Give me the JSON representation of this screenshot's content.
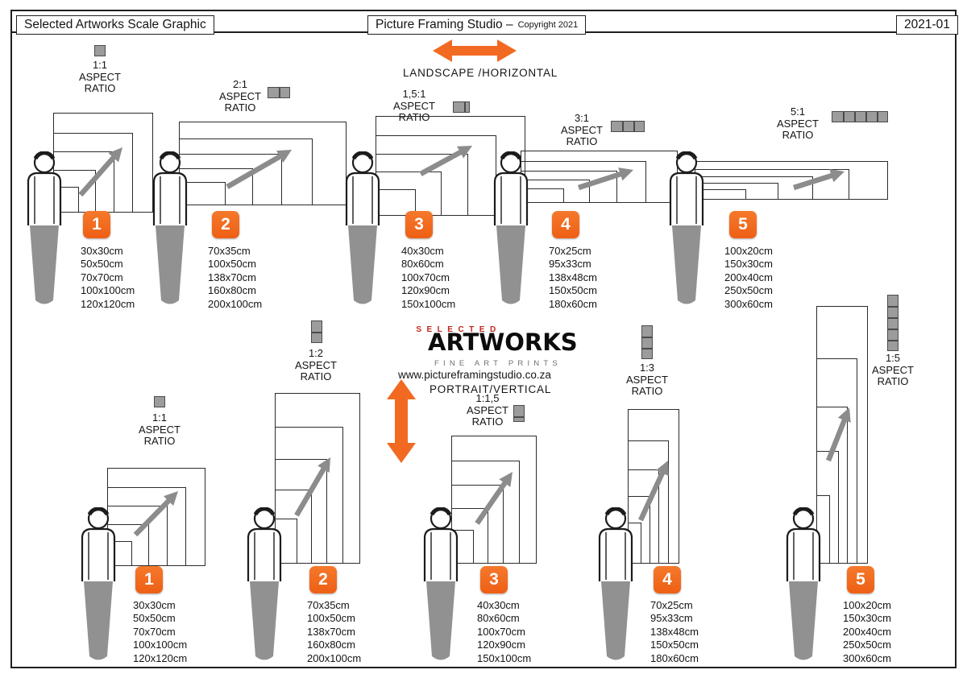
{
  "header": {
    "title_left": "Selected Artworks Scale Graphic",
    "title_center_main": "Picture Framing Studio –",
    "title_center_sub": "Copyright 2021",
    "doc_code": "2021-01"
  },
  "landscape": {
    "direction_label": "LANDSCAPE /HORIZONTAL",
    "groups": [
      {
        "number": "1",
        "ratio_label": "1:1",
        "aspect_word": "ASPECT",
        "ratio_word": "RATIO",
        "icon_squares": 1,
        "icon_orientation": "horizontal",
        "sizes": [
          "30x30cm",
          "50x50cm",
          "70x70cm",
          "100x100cm",
          "120x120cm"
        ]
      },
      {
        "number": "2",
        "ratio_label": "2:1",
        "aspect_word": "ASPECT",
        "ratio_word": "RATIO",
        "icon_squares": 2,
        "icon_orientation": "horizontal",
        "sizes": [
          "70x35cm",
          "100x50cm",
          "138x70cm",
          "160x80cm",
          "200x100cm"
        ]
      },
      {
        "number": "3",
        "ratio_label": "1,5:1",
        "aspect_word": "ASPECT",
        "ratio_word": "RATIO",
        "icon_squares": 1.5,
        "icon_orientation": "horizontal",
        "sizes": [
          "40x30cm",
          "80x60cm",
          "100x70cm",
          "120x90cm",
          "150x100cm"
        ]
      },
      {
        "number": "4",
        "ratio_label": "3:1",
        "aspect_word": "ASPECT",
        "ratio_word": "RATIO",
        "icon_squares": 3,
        "icon_orientation": "horizontal",
        "sizes": [
          "70x25cm",
          "95x33cm",
          "138x48cm",
          "150x50cm",
          "180x60cm"
        ]
      },
      {
        "number": "5",
        "ratio_label": "5:1",
        "aspect_word": "ASPECT",
        "ratio_word": "RATIO",
        "icon_squares": 5,
        "icon_orientation": "horizontal",
        "sizes": [
          "100x20cm",
          "150x30cm",
          "200x40cm",
          "250x50cm",
          "300x60cm"
        ]
      }
    ]
  },
  "portrait": {
    "direction_label": "PORTRAIT/VERTICAL",
    "groups": [
      {
        "number": "1",
        "ratio_label": "1:1",
        "aspect_word": "ASPECT",
        "ratio_word": "RATIO",
        "icon_squares": 1,
        "icon_orientation": "vertical",
        "sizes": [
          "30x30cm",
          "50x50cm",
          "70x70cm",
          "100x100cm",
          "120x120cm"
        ]
      },
      {
        "number": "2",
        "ratio_label": "1:2",
        "aspect_word": "ASPECT",
        "ratio_word": "RATIO",
        "icon_squares": 2,
        "icon_orientation": "vertical",
        "sizes": [
          "70x35cm",
          "100x50cm",
          "138x70cm",
          "160x80cm",
          "200x100cm"
        ]
      },
      {
        "number": "3",
        "ratio_label": "1:1,5",
        "aspect_word": "ASPECT",
        "ratio_word": "RATIO",
        "icon_squares": 1.5,
        "icon_orientation": "vertical",
        "sizes": [
          "40x30cm",
          "80x60cm",
          "100x70cm",
          "120x90cm",
          "150x100cm"
        ]
      },
      {
        "number": "4",
        "ratio_label": "1:3",
        "aspect_word": "ASPECT",
        "ratio_word": "RATIO",
        "icon_squares": 3,
        "icon_orientation": "vertical",
        "sizes": [
          "70x25cm",
          "95x33cm",
          "138x48cm",
          "150x50cm",
          "180x60cm"
        ]
      },
      {
        "number": "5",
        "ratio_label": "1:5",
        "aspect_word": "ASPECT",
        "ratio_word": "RATIO",
        "icon_squares": 5,
        "icon_orientation": "vertical",
        "sizes": [
          "100x20cm",
          "150x30cm",
          "200x40cm",
          "250x50cm",
          "300x60cm"
        ]
      }
    ]
  },
  "brand": {
    "selected": "SELECTED",
    "artworks": "ARTWORKS",
    "tagline": "FINE ART PRINTS",
    "website": "www.pictureframingstudio.co.za"
  },
  "colors": {
    "accent_orange": "#F26A22",
    "brand_red": "#C2251A",
    "arrow_gray": "#8C8C8C"
  }
}
